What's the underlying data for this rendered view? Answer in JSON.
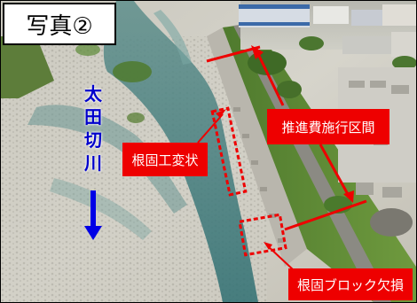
{
  "photo_label": "写真②",
  "river_name": [
    "太",
    "田",
    "切",
    "川"
  ],
  "labels": {
    "promotion_section": "推進費施行区間",
    "foundation_scour": "根固工変状",
    "block_missing": "根固ブロック欠損"
  },
  "colors": {
    "annotation_red": "#ee0000",
    "river_label_blue": "#0000cc",
    "flow_arrow_blue": "#0000e6"
  },
  "flow_direction": "down"
}
